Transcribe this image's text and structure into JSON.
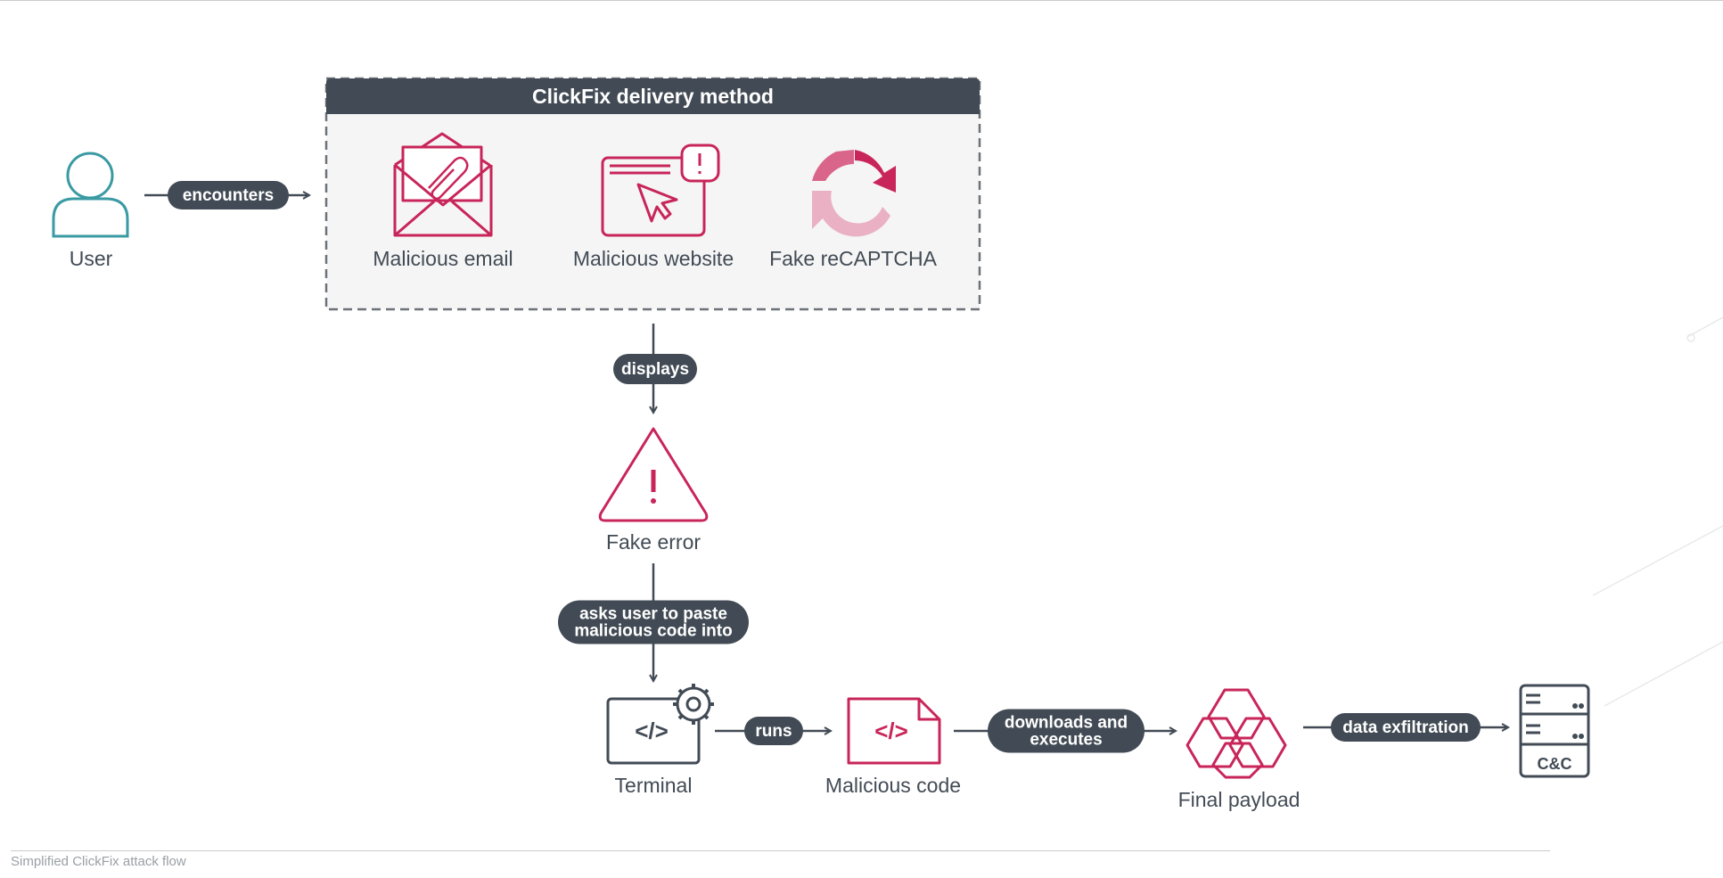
{
  "panel": {
    "title": "ClickFix delivery method"
  },
  "nodes": {
    "user": "User",
    "malicious_email": "Malicious email",
    "malicious_website": "Malicious website",
    "fake_recaptcha": "Fake reCAPTCHA",
    "fake_error": "Fake error",
    "terminal": "Terminal",
    "malicious_code": "Malicious code",
    "final_payload": "Final payload",
    "cnc": "C&C"
  },
  "edges": {
    "encounters": "encounters",
    "displays": "displays",
    "asks_line1": "asks user to paste",
    "asks_line2": "malicious code into",
    "runs": "runs",
    "downloads_line1": "downloads and",
    "downloads_line2": "executes",
    "exfil": "data exfiltration"
  },
  "icons": {
    "user": "user-icon",
    "email": "envelope-icon",
    "website": "browser-warning-icon",
    "recaptcha": "recaptcha-icon",
    "error": "warning-triangle-icon",
    "terminal": "terminal-gear-icon",
    "code": "code-file-icon",
    "payload": "biohazard-icon",
    "server": "server-icon"
  },
  "colors": {
    "accent": "#c8255a",
    "teal": "#3a9aa3",
    "dark": "#424b55"
  },
  "caption": "Simplified ClickFix attack flow"
}
